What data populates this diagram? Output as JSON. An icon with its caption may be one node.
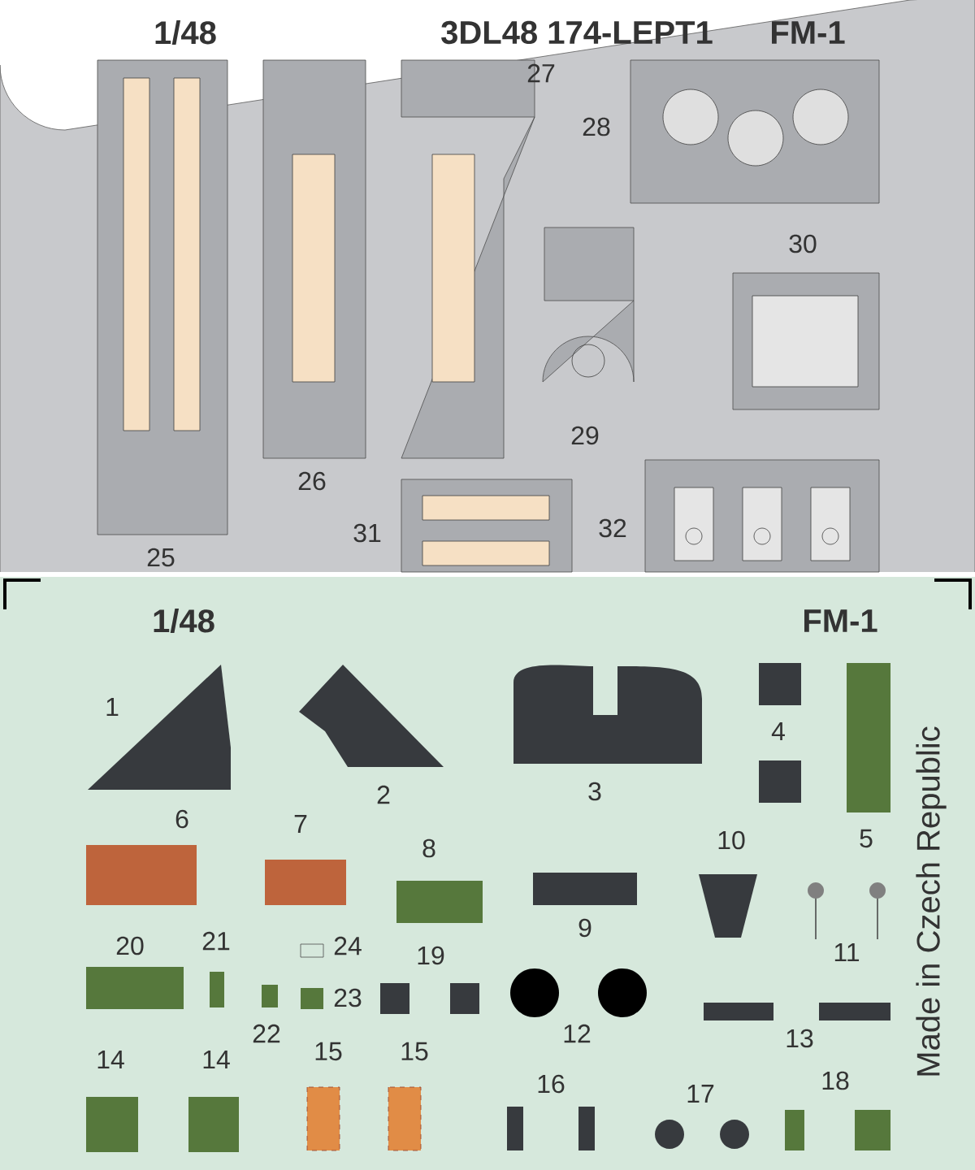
{
  "diagram": {
    "labels": [
      "1/48",
      "3DL48 174-LEPT1",
      "FM-1",
      "27",
      "28",
      "30",
      "29",
      "26",
      "31",
      "32",
      "25",
      "1/48",
      "FM-1",
      "1",
      "2",
      "3",
      "4",
      "5",
      "6",
      "7",
      "8",
      "9",
      "10",
      "11",
      "12",
      "13",
      "14",
      "14",
      "15",
      "15",
      "16",
      "17",
      "18",
      "19",
      "20",
      "21",
      "22",
      "23",
      "24",
      "Made in Czech Republic"
    ]
  }
}
